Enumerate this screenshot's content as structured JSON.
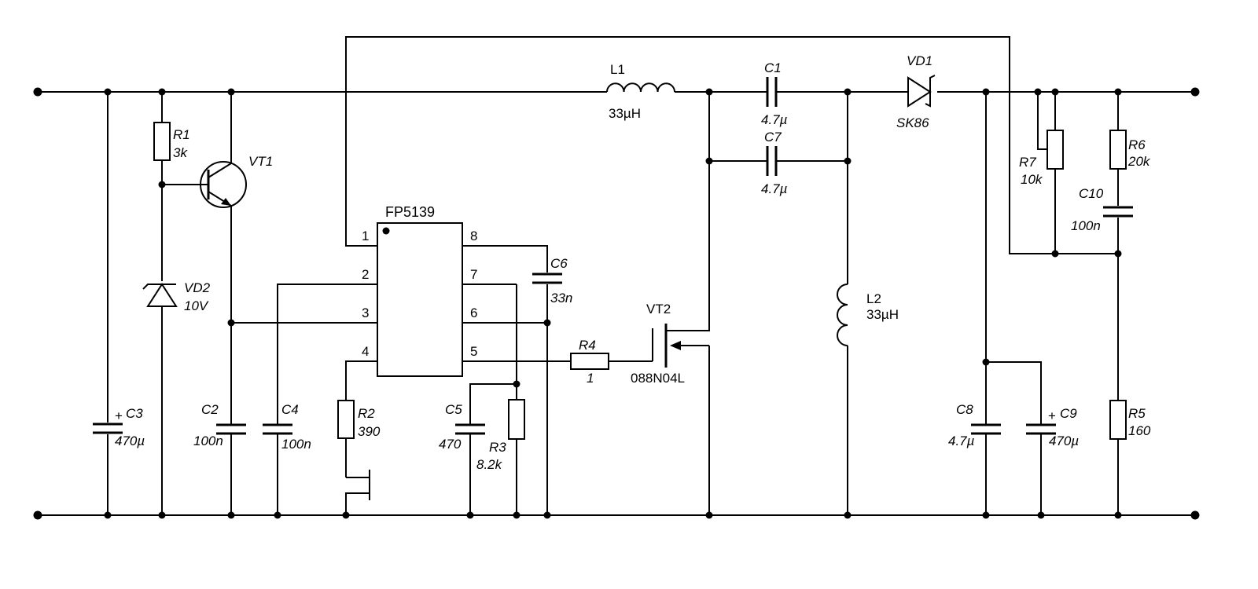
{
  "ic": {
    "name": "FP5139",
    "pins": [
      "1",
      "2",
      "3",
      "4",
      "5",
      "6",
      "7",
      "8"
    ]
  },
  "components": {
    "L1": {
      "ref": "L1",
      "value": "33µH"
    },
    "L2": {
      "ref": "L2",
      "value": "33µH"
    },
    "C1": {
      "ref": "C1",
      "value": "4.7µ"
    },
    "C7": {
      "ref": "C7",
      "value": "4.7µ"
    },
    "C2": {
      "ref": "C2",
      "value": "100n"
    },
    "C3": {
      "ref": "C3",
      "value": "470µ"
    },
    "C4": {
      "ref": "C4",
      "value": "100n"
    },
    "C5": {
      "ref": "C5",
      "value": "470"
    },
    "C6": {
      "ref": "C6",
      "value": "33n"
    },
    "C8": {
      "ref": "C8",
      "value": "4.7µ"
    },
    "C9": {
      "ref": "C9",
      "value": "470µ"
    },
    "C10": {
      "ref": "C10",
      "value": "100n"
    },
    "R1": {
      "ref": "R1",
      "value": "3k"
    },
    "R2": {
      "ref": "R2",
      "value": "390"
    },
    "R3": {
      "ref": "R3",
      "value": "8.2k"
    },
    "R4": {
      "ref": "R4",
      "value": "1"
    },
    "R5": {
      "ref": "R5",
      "value": "160"
    },
    "R6": {
      "ref": "R6",
      "value": "20k"
    },
    "R7": {
      "ref": "R7",
      "value": "10k"
    },
    "VD1": {
      "ref": "VD1",
      "value": "SK86"
    },
    "VD2": {
      "ref": "VD2",
      "value": "10V"
    },
    "VT1": {
      "ref": "VT1"
    },
    "VT2": {
      "ref": "VT2",
      "value": "088N04L"
    }
  },
  "polarity_mark": "+"
}
